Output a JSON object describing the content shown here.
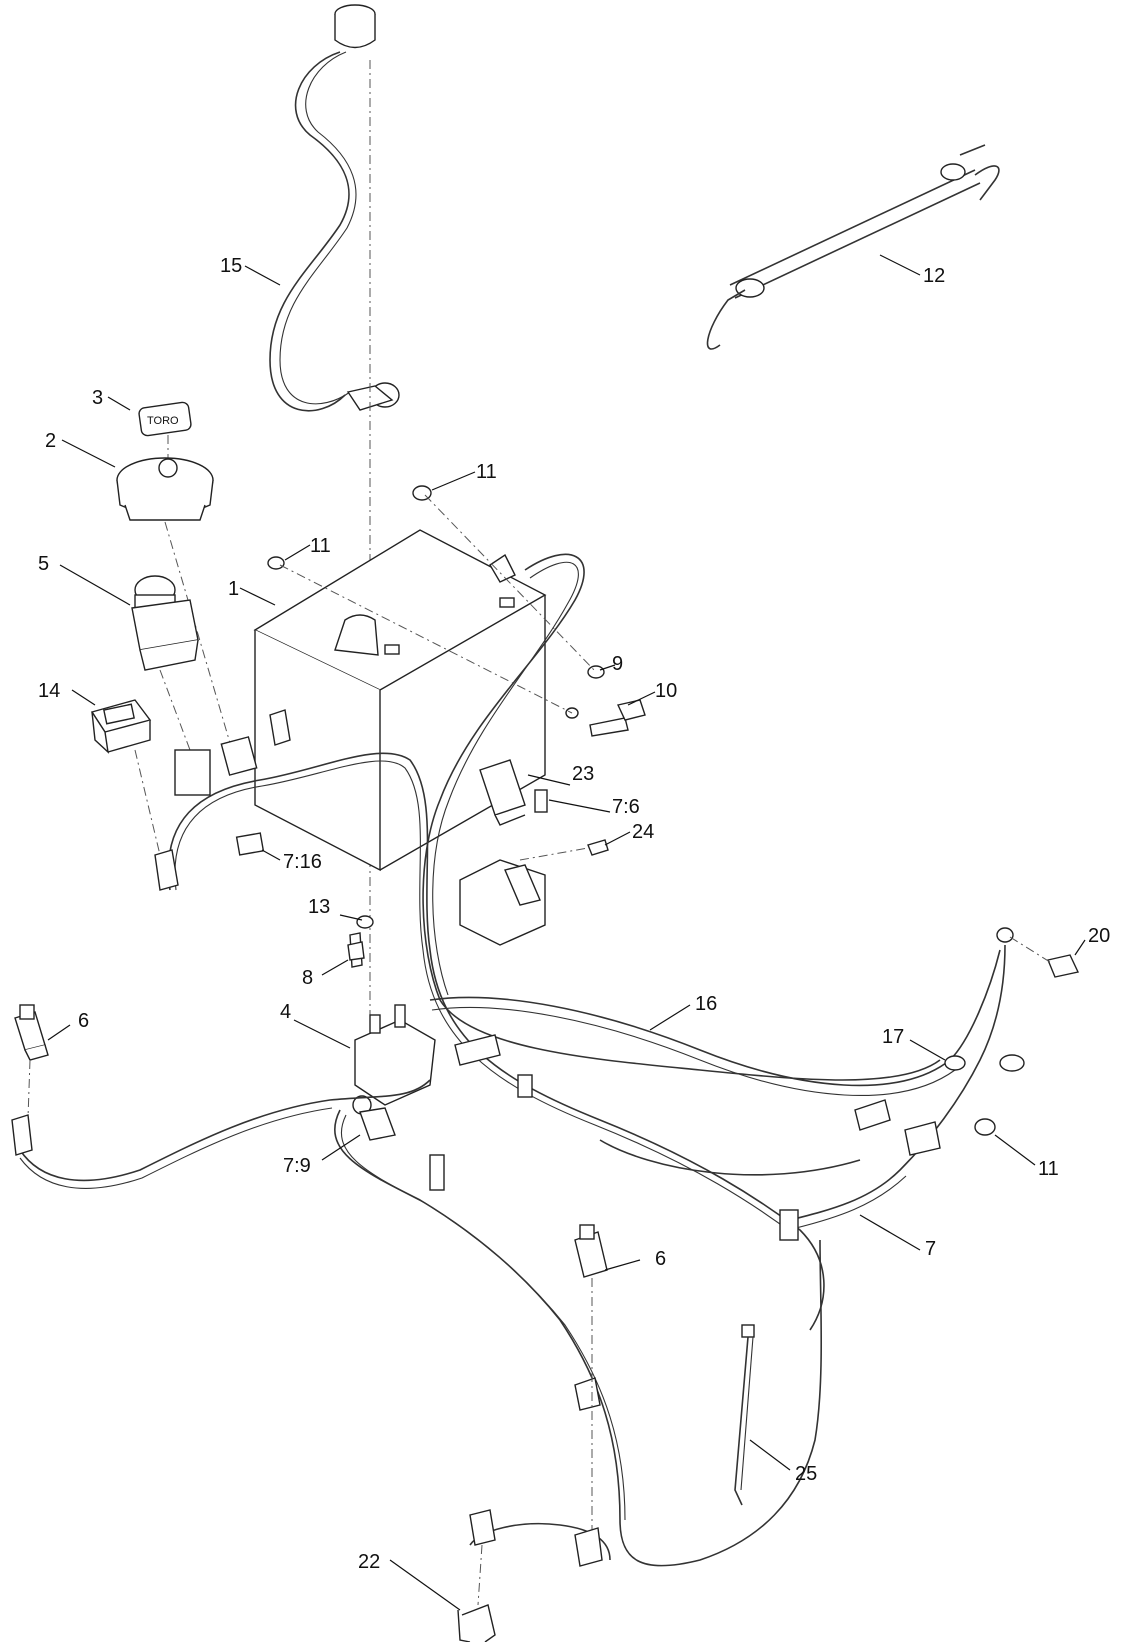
{
  "diagram": {
    "key_label": "TORO",
    "callouts": {
      "c1": "1",
      "c2": "2",
      "c3": "3",
      "c4": "4",
      "c5": "5",
      "c6a": "6",
      "c6b": "6",
      "c7": "7",
      "c7_6": "7:6",
      "c7_9": "7:9",
      "c7_16": "7:16",
      "c8": "8",
      "c9": "9",
      "c10": "10",
      "c11a": "11",
      "c11b": "11",
      "c11c": "11",
      "c12": "12",
      "c13": "13",
      "c14": "14",
      "c15": "15",
      "c16": "16",
      "c17": "17",
      "c20": "20",
      "c22": "22",
      "c23": "23",
      "c24": "24",
      "c25": "25"
    }
  }
}
